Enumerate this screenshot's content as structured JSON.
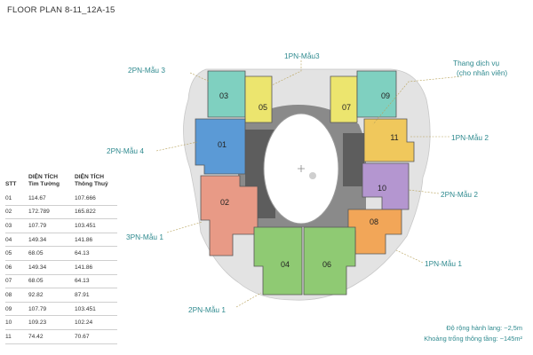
{
  "title": "FLOOR PLAN 8-11_12A-15",
  "table": {
    "headers": [
      "STT",
      "DIỆN TÍCH\nTim Tường",
      "DIỆN TÍCH\nThông Thuỷ"
    ],
    "rows": [
      [
        "01",
        "114.67",
        "107.666"
      ],
      [
        "02",
        "172.789",
        "165.822"
      ],
      [
        "03",
        "107.79",
        "103.451"
      ],
      [
        "04",
        "149.34",
        "141.86"
      ],
      [
        "05",
        "68.05",
        "64.13"
      ],
      [
        "06",
        "149.34",
        "141.86"
      ],
      [
        "07",
        "68.05",
        "64.13"
      ],
      [
        "08",
        "92.82",
        "87.91"
      ],
      [
        "09",
        "107.79",
        "103.451"
      ],
      [
        "10",
        "109.23",
        "102.24"
      ],
      [
        "11",
        "74.42",
        "70.67"
      ]
    ]
  },
  "units": [
    {
      "id": "01",
      "color": "#5b9ad6"
    },
    {
      "id": "02",
      "color": "#e89a86"
    },
    {
      "id": "03",
      "color": "#7fd0c0"
    },
    {
      "id": "04",
      "color": "#8fca73"
    },
    {
      "id": "05",
      "color": "#ece56e"
    },
    {
      "id": "06",
      "color": "#8fca73"
    },
    {
      "id": "07",
      "color": "#ece56e"
    },
    {
      "id": "08",
      "color": "#f2a658"
    },
    {
      "id": "09",
      "color": "#7fd0c0"
    },
    {
      "id": "10",
      "color": "#b496d0"
    },
    {
      "id": "11",
      "color": "#f0c85c"
    }
  ],
  "callouts": {
    "c1": "1PN-Mẫu3",
    "c2": "2PN-Mẫu 3",
    "c3": "Thang dịch vụ",
    "c3b": "(cho nhân viên)",
    "c4": "2PN-Mẫu 4",
    "c5": "1PN-Mẫu 2",
    "c6": "2PN-Mẫu 2",
    "c7": "3PN-Mẫu 1",
    "c8": "1PN-Mẫu 1",
    "c9": "2PN-Mẫu 1"
  },
  "notes": {
    "corridor": "Độ rộng hành lang: ~2,5m",
    "void": "Khoảng trống thông tầng: ~145m²"
  },
  "colors": {
    "callout_text": "#2f8a8f",
    "leader": "#b8a25a",
    "core": "#5d5d5d",
    "corridor": "#8a8a8a"
  }
}
